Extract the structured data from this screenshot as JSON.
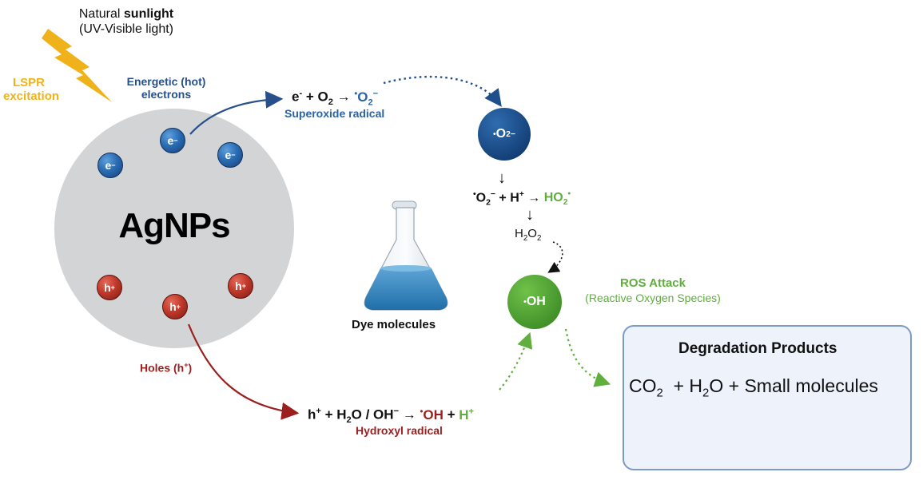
{
  "sunlight": {
    "line1_prefix": "Natural ",
    "line1_bold": "sunlight",
    "line2": "(UV-Visible light)"
  },
  "lspr": {
    "line1": "LSPR",
    "line2": "excitation"
  },
  "hot_electrons": {
    "line1": "Energetic (hot)",
    "line2": "electrons"
  },
  "eq_superoxide": {
    "e": "e",
    "e_sup": "-",
    "plus_o": " + O",
    "o_sub": "2",
    "arrow": " → ",
    "rad_dot": "•",
    "rad": "O",
    "rad_sub": "2",
    "rad_sup": "−"
  },
  "superoxide_label": "Superoxide radical",
  "particle": {
    "label": "AgNPs"
  },
  "electrons": [
    {
      "sym": "e",
      "sup": "−"
    },
    {
      "sym": "e",
      "sup": "−"
    },
    {
      "sym": "e",
      "sup": "−"
    }
  ],
  "holes_particles": [
    {
      "sym": "h",
      "sup": "+"
    },
    {
      "sym": "h",
      "sup": "+"
    },
    {
      "sym": "h",
      "sup": "+"
    }
  ],
  "superoxide_ball": {
    "dot": "•",
    "sym": "O",
    "sub": "2",
    "sup": "−"
  },
  "arrow_down": "↓",
  "eq_hydroperoxyl": {
    "dot1": "•",
    "o": "O",
    "o_sub": "2",
    "o_sup": "−",
    "plus": " + H",
    "h_sup": "+",
    "arrow": " → ",
    "product": "HO",
    "product_sub": "2",
    "product_sup": "•"
  },
  "h2o2": {
    "h": "H",
    "h_sub": "2",
    "o": "O",
    "o_sub": "2"
  },
  "hydroxyl_ball": {
    "dot": "•",
    "sym": "OH"
  },
  "ros": {
    "title": "ROS Attack",
    "subtitle": "(Reactive Oxygen Species)"
  },
  "flask_label": "Dye molecules",
  "holes_label": {
    "text": "Holes (h",
    "sup": "+",
    "close": ")"
  },
  "eq_hydroxyl": {
    "h": "h",
    "h_sup": "+",
    "mid": " + H",
    "w_sub": "2",
    "rest": "O / OH",
    "oh_sup": "−",
    "arrow": " → ",
    "dot": "•",
    "oh": "OH",
    "plus": " + ",
    "hplus": "H",
    "hplus_sup": "+"
  },
  "hydroxyl_label": "Hydroxyl radical",
  "degradation": {
    "title": "Degradation Products",
    "co": "CO",
    "co_sub": "2",
    "plus1": "  + H",
    "h_sub": "2",
    "tail": "O + Small molecules"
  },
  "colors": {
    "blue": "#27508a",
    "red": "#9b1f1f",
    "green": "#5fae3e",
    "yellow": "#f0b21b",
    "particle": "#d3d4d6"
  }
}
